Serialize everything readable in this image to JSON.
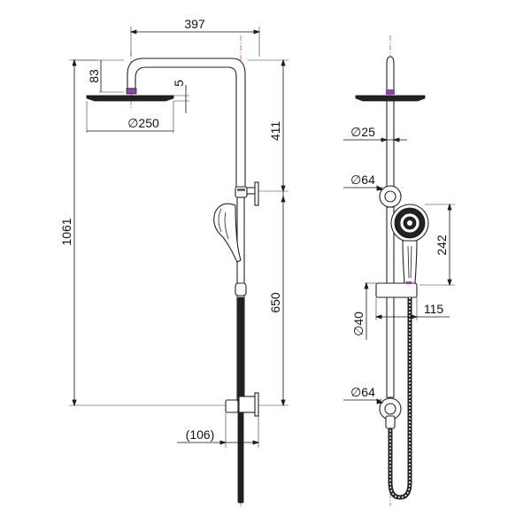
{
  "colors": {
    "line": "#111111",
    "center_line": "#c0392b",
    "accent": "#8e44ad"
  },
  "dimensions": {
    "arm_length": "397",
    "head_height": "83",
    "head_thickness": "5",
    "head_diameter": "∅250",
    "upper_pipe": "411",
    "overall_height": "1061",
    "lower_pipe": "650",
    "outlet_offset": "(106)",
    "pipe_diameter": "∅25",
    "bracket_diameter_top": "∅64",
    "handshower_height": "242",
    "holder_diameter": "∅40",
    "holder_projection": "115",
    "bracket_diameter_bottom": "∅64"
  }
}
